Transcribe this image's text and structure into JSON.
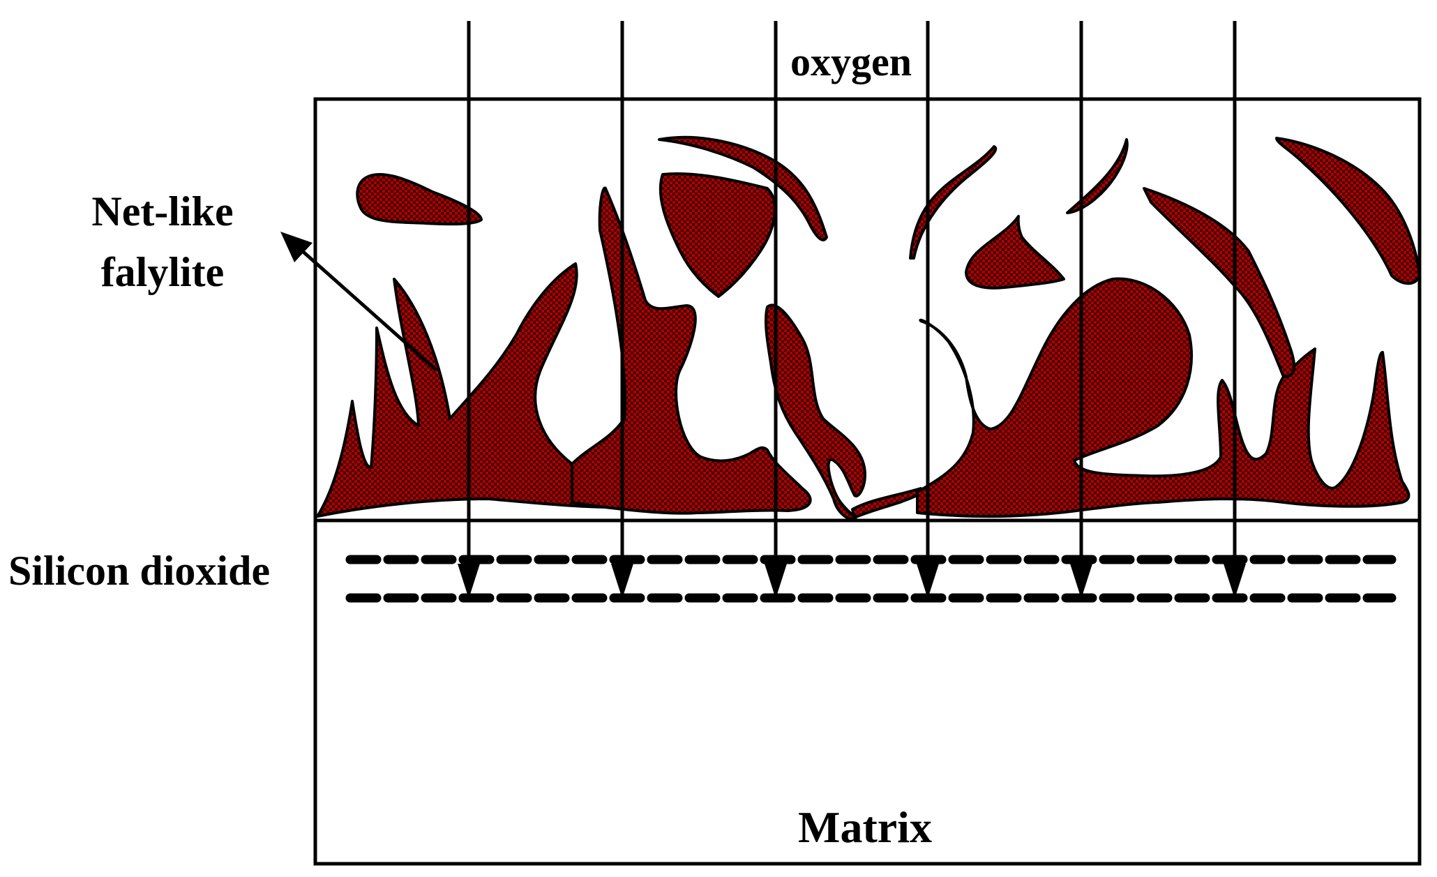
{
  "labels": {
    "oxygen": "oxygen",
    "net_like_line1": "Net-like",
    "net_like_line2": "falylite",
    "silicon_dioxide": "Silicon dioxide",
    "matrix": "Matrix"
  },
  "colors": {
    "falylite_fill": "#b00000",
    "falylite_checker": "#1a0000",
    "outline": "#000000",
    "background": "#ffffff"
  },
  "oxygen_arrow_count": 6
}
